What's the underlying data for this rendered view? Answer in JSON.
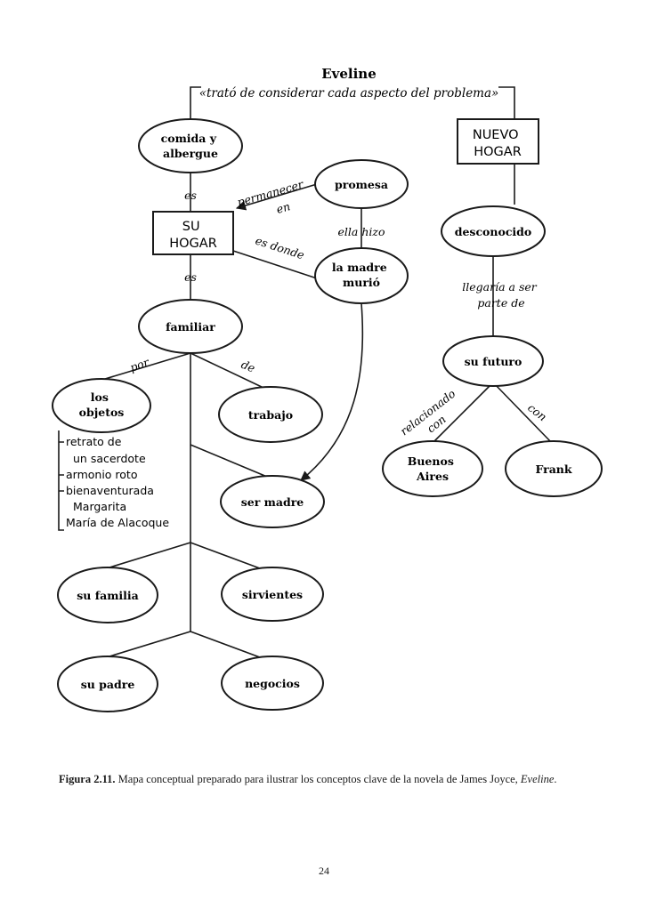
{
  "title": "Eveline",
  "subtitle": "«trató de considerar cada aspecto del problema»",
  "nodes": {
    "comida": [
      "comida y",
      "albergue"
    ],
    "nuevo_hogar": [
      "NUEVO",
      "HOGAR"
    ],
    "promesa": "promesa",
    "su_hogar": [
      "SU",
      "HOGAR"
    ],
    "desconocido": "desconocido",
    "la_madre": [
      "la madre",
      "murió"
    ],
    "familiar": "familiar",
    "su_futuro": "su futuro",
    "los_objetos": [
      "los",
      "objetos"
    ],
    "trabajo": "trabajo",
    "buenos_aires": [
      "Buenos",
      "Aires"
    ],
    "frank": "Frank",
    "ser_madre": "ser madre",
    "su_familia": "su familia",
    "sirvientes": "sirvientes",
    "su_padre": "su padre",
    "negocios": "negocios"
  },
  "links": {
    "es_top": "es",
    "permanecer": "permanecer",
    "en": "en",
    "ella_hizo": "ella hizo",
    "es_donde": "es donde",
    "es_bottom": "es",
    "llegaria": [
      "llegaría a ser",
      "parte de"
    ],
    "por": "por",
    "de": "de",
    "relacionado": "relacionado",
    "con_left": "con",
    "con_right": "con"
  },
  "objetos_list": [
    "retrato de",
    "un sacerdote",
    "armonio roto",
    "bienaventurada",
    "Margarita",
    "María de Alacoque"
  ],
  "caption": {
    "label": "Figura 2.11.",
    "text": "Mapa conceptual preparado para ilustrar los conceptos clave de la novela de James Joyce,",
    "italic_end": "Eveline",
    "end": "."
  },
  "page_number": "24"
}
